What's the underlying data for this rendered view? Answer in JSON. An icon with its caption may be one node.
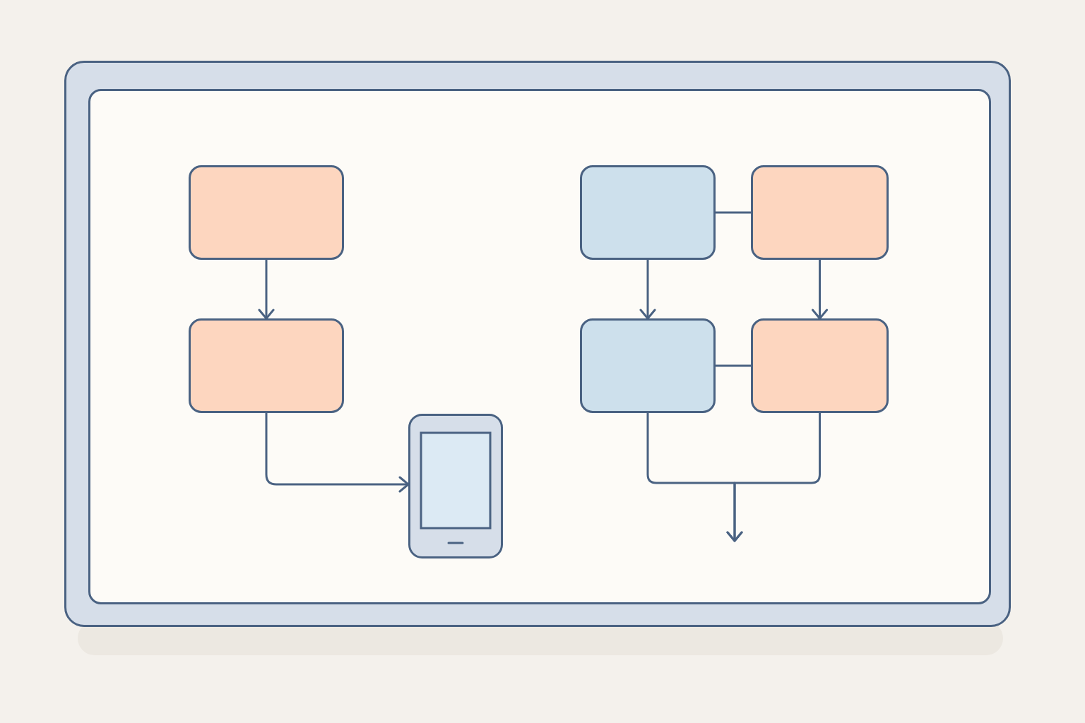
{
  "diagram": {
    "nodes": [
      {
        "text": [],
        "shape": "box"
      },
      {
        "text": [],
        "shape": "box"
      },
      {
        "text": [],
        "shape": "picture"
      },
      {
        "text": [],
        "shape": "box"
      },
      {
        "text": [],
        "shape": "box"
      },
      {
        "text": [],
        "shape": "box"
      },
      {
        "text": [],
        "shape": "box"
      }
    ],
    "edges": [
      {
        "from": 0,
        "to": 1,
        "arrow": "to"
      },
      {
        "from": 1,
        "to": 2,
        "arrow": "to"
      },
      {
        "from": 3,
        "to": 4,
        "arrow": "none"
      },
      {
        "from": 3,
        "to": 5,
        "arrow": "to"
      },
      {
        "from": 4,
        "to": 6,
        "arrow": "to"
      },
      {
        "from": 5,
        "to": 6,
        "arrow": "none"
      },
      {
        "from": 5,
        "to": null,
        "arrow": "to"
      },
      {
        "from": 6,
        "to": null,
        "arrow": "to"
      }
    ]
  }
}
